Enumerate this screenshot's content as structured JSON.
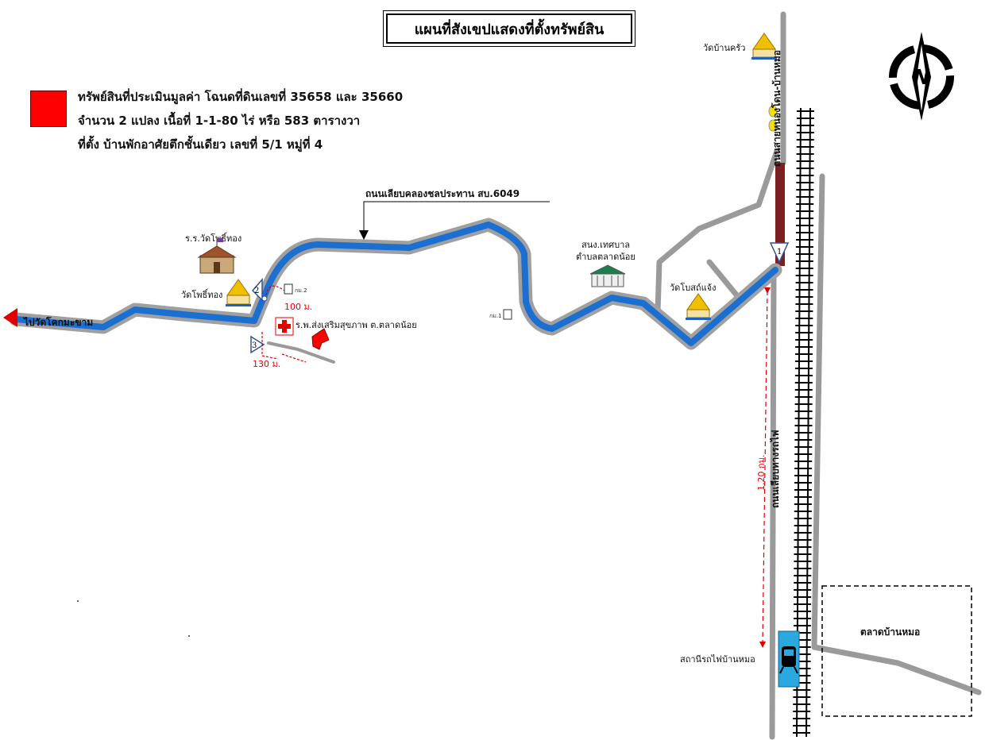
{
  "title": "แผนที่สังเขปแสดงที่ตั้งทรัพย์สิน",
  "legend": {
    "line1": "ทรัพย์สินที่ประเมินมูลค่า โฉนดที่ดินเลขที่ 35658 และ 35660",
    "line2": "จำนวน 2 แปลง เนื้อที่ 1-1-80 ไร่ หรือ 583 ตารางวา",
    "line3": "ที่ตั้ง บ้านพักอาศัยตึกชั้นเดียว เลขที่ 5/1 หมู่ที่ 4",
    "swatch_color": "#ff0000"
  },
  "compass": {
    "label": "N"
  },
  "roads": {
    "canal_road": "ถนนเลียบคลองชลประทาน สบ.6049",
    "railway_road": "ถนนเลียบทางรถไฟ",
    "north_road": "ถนนสายหนองโดน-บ้านหมอ",
    "to_wat": "ไปวัดโคกมะขาม"
  },
  "places": {
    "school": "ร.ร.วัดโพธิ์ทอง",
    "wat_photong": "วัดโพธิ์ทอง",
    "hospital": "ร.พ.ส่งเสริมสุขภาพ ต.ตลาดน้อย",
    "municipal_line1": "สนง.เทศบาล",
    "municipal_line2": "ตำบลตลาดน้อย",
    "wat_bot": "วัดโบสถ์แจ้ง",
    "wat_ban_khrua": "วัดบ้านครัว",
    "market": "ตลาดบ้านหมอ",
    "station": "สถานีรถไฟบ้านหมอ"
  },
  "markers": {
    "km2": "กม.2",
    "km1": "กม.1",
    "p2": "2",
    "p3": "3",
    "p1": "1"
  },
  "distances": {
    "d100": "100 ม.",
    "d130": "130 ม.",
    "d120": "1.20 กม."
  },
  "colors": {
    "canal_road": "#1a6fd1",
    "road_gray": "#9a9a9a",
    "dark_road": "#7a2020",
    "station_fill": "#2aa8e0",
    "distance_red": "#e00000"
  }
}
